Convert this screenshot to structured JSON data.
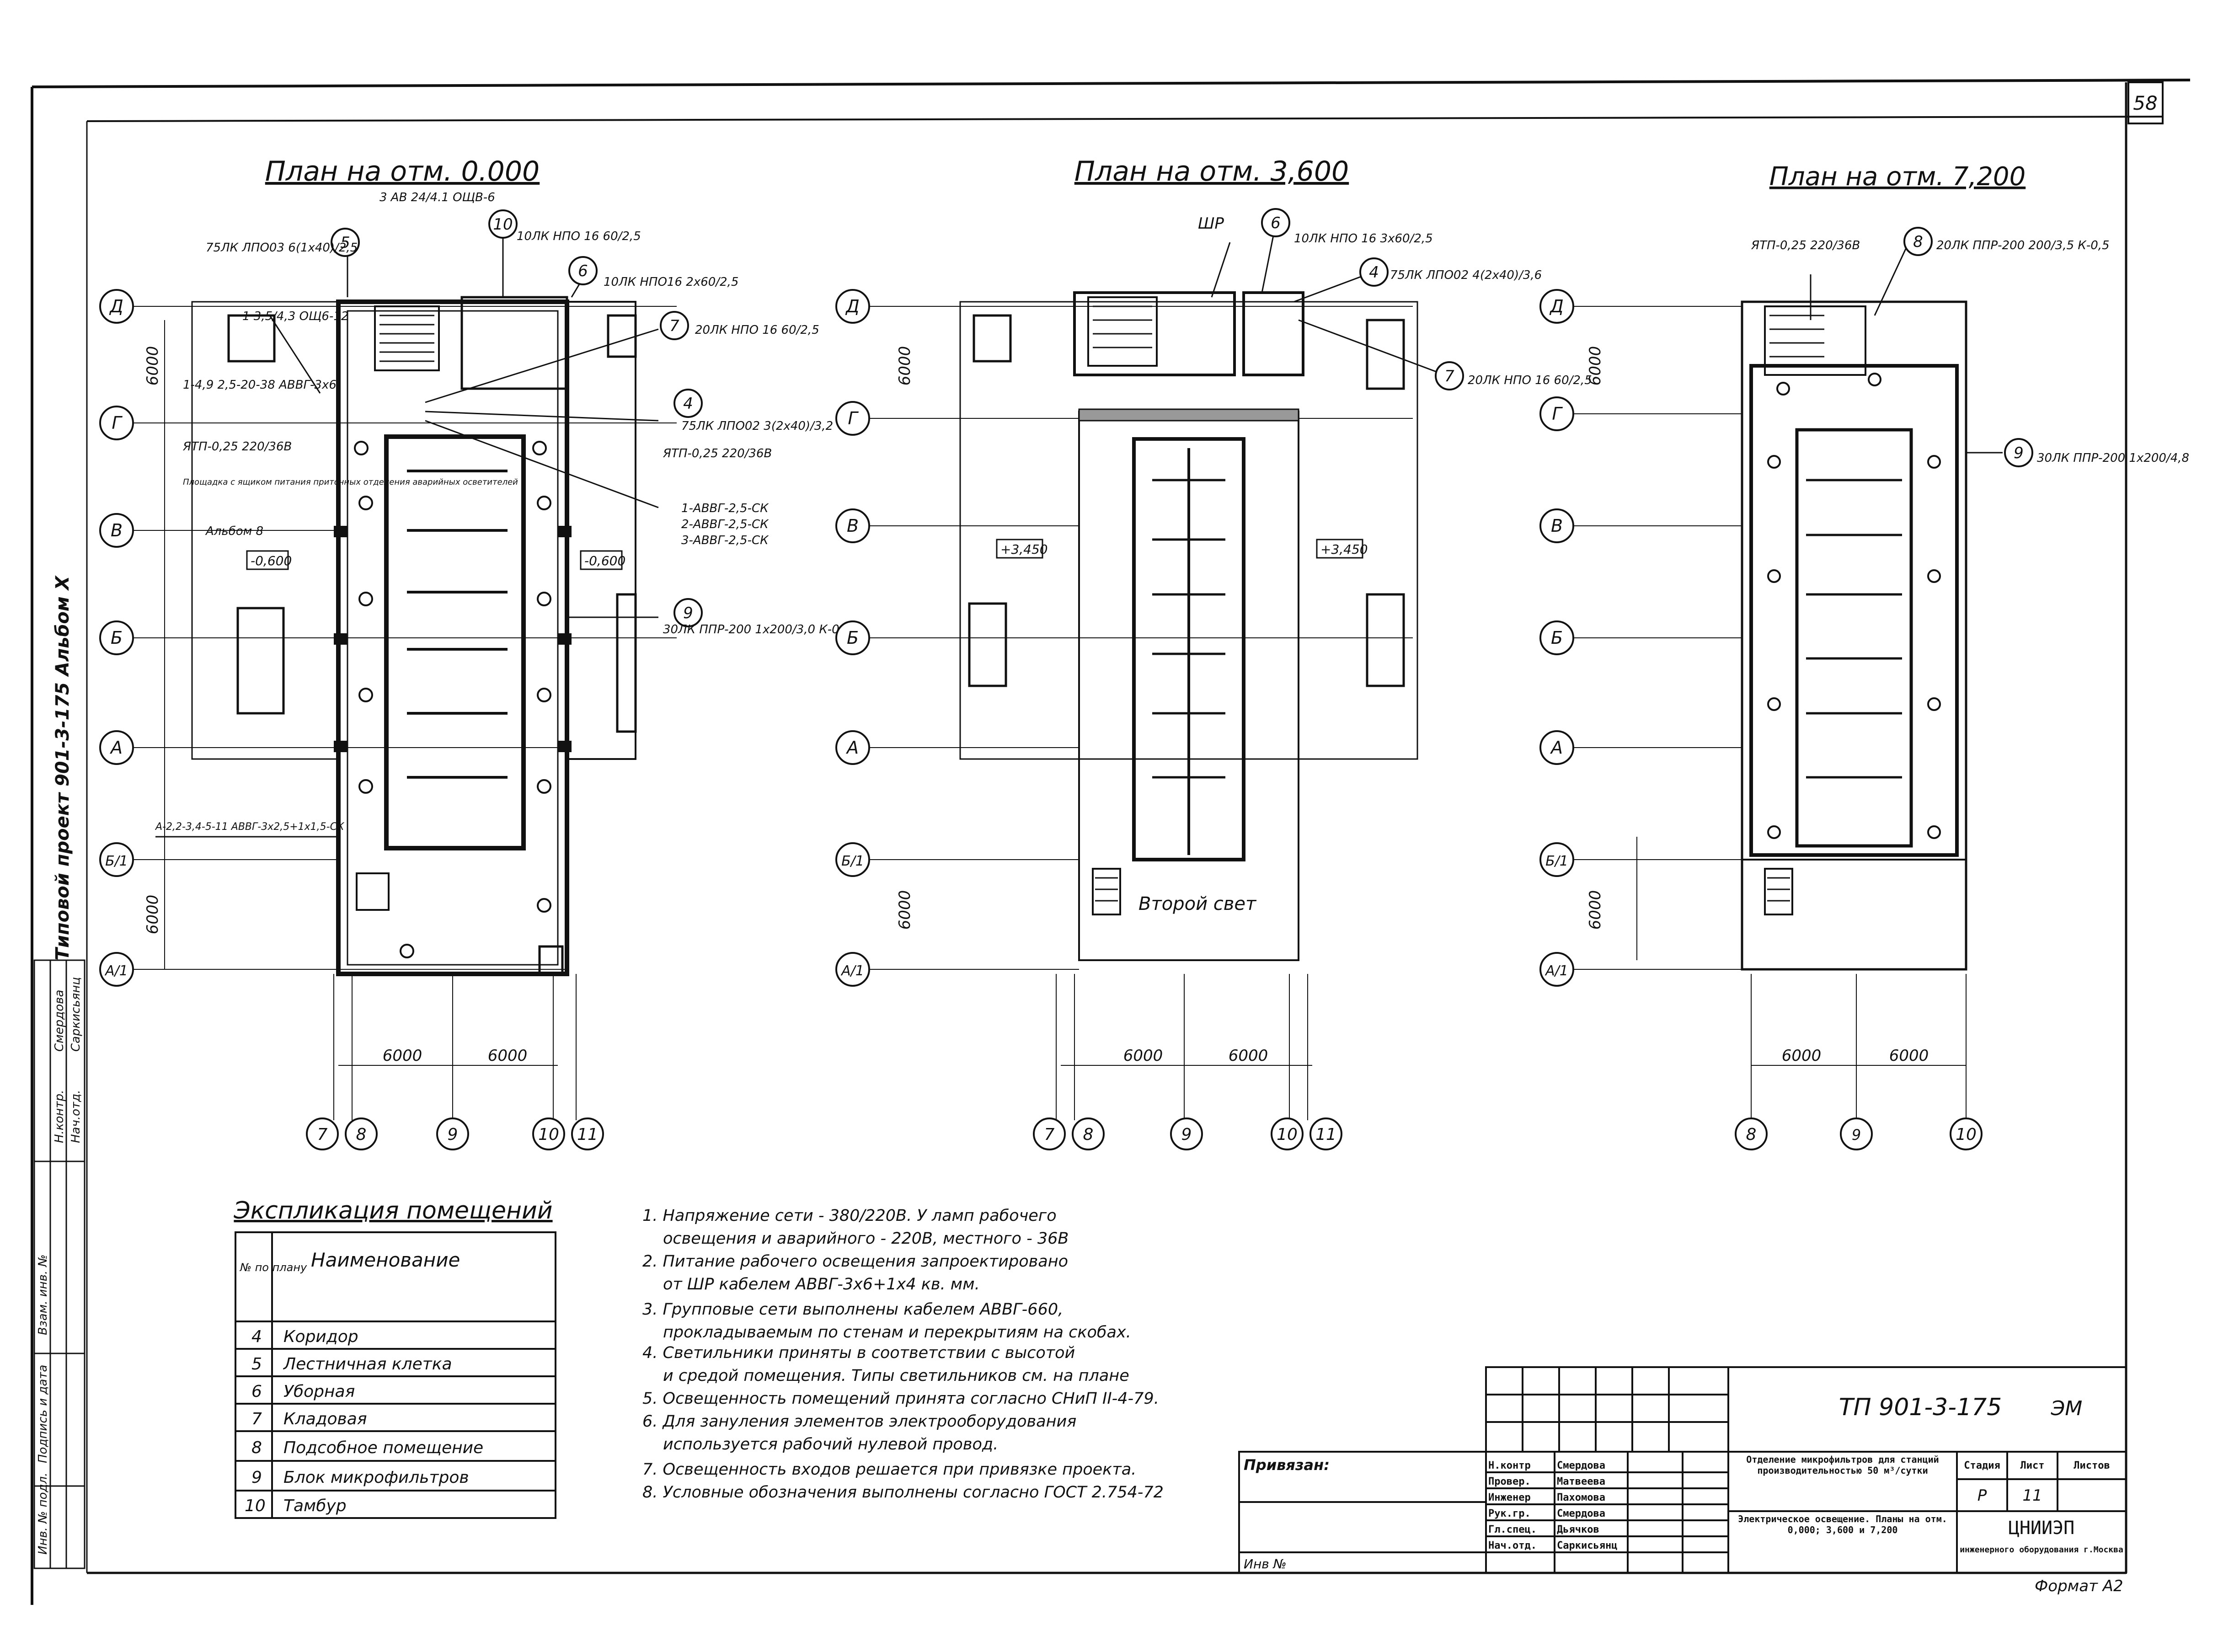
{
  "sheet": {
    "page_number": "58",
    "album_label": "Типовой проект 901-3-175   Альбом Х",
    "format_label": "Формат А2"
  },
  "plans": [
    {
      "title": "План на отм. 0.000",
      "axes_left": [
        "Д",
        "Г",
        "В",
        "Б",
        "А",
        "Б/1",
        "А/1"
      ],
      "axes_bottom": [
        "7",
        "8",
        "9",
        "10",
        "11"
      ],
      "dims_bottom": [
        "6000",
        "6000"
      ],
      "dims_left": [
        "6000",
        "6000"
      ],
      "levels": [
        "-0,600",
        "-0,600"
      ],
      "annotations": [
        "3 АВ 24/4.1 ОЩВ-6",
        "10ЛК НПО 16 60/2,5",
        "75ЛК ЛПО03 6(1х40)/2,5",
        "10ЛК НПО16 2х60/2,5",
        "20ЛК НПО 16 60/2,5",
        "75ЛК ЛПО02 3(2х40)/3,2",
        "ЯТП-0,25 220/36В",
        "1-АВВГ-2,5-СК",
        "2-АВВГ-2,5-СК",
        "3-АВВГ-2,5-СК",
        "30ЛК ППР-200 1х200/3,0 К-0,5",
        "1 3,5/4,3 ОЩ6-12",
        "1-4,9 2,5-20-38 АВВГ-3х6",
        "ЯТП-0,25 220/36В",
        "Площадка с ящиком питания приточных отделения аварийных осветителей",
        "Альбом 8",
        "А-2,2-3,4-5-11 АВВГ-3х2,5+1х1,5-СК"
      ]
    },
    {
      "title": "План на отм. 3,600",
      "axes_left": [
        "Д",
        "Г",
        "В",
        "Б",
        "А",
        "Б/1",
        "А/1"
      ],
      "axes_bottom": [
        "7",
        "8",
        "9",
        "10",
        "11"
      ],
      "dims_bottom": [
        "6000",
        "6000"
      ],
      "dims_left": [
        "6000",
        "6000"
      ],
      "levels": [
        "+3,450",
        "+3,450"
      ],
      "annotations": [
        "ШР",
        "10ЛК НПО 16 3х60/2,5",
        "75ЛК ЛПО02 4(2х40)/3,6",
        "20ЛК НПО 16 60/2,5",
        "Второй свет"
      ]
    },
    {
      "title": "План на отм. 7,200",
      "axes_left": [
        "Д",
        "Г",
        "В",
        "Б",
        "А",
        "Б/1",
        "А/1"
      ],
      "axes_bottom": [
        "8",
        "9",
        "10"
      ],
      "dims_bottom": [
        "6000",
        "6000"
      ],
      "dims_left": [
        "6000",
        "6000"
      ],
      "levels": [],
      "annotations": [
        "ЯТП-0,25 220/36В",
        "20ЛК ППР-200 200/3,5 К-0,5",
        "30ЛК ППР-200 1х200/4,8"
      ]
    }
  ],
  "explication": {
    "title": "Экспликация помещений",
    "header_no": "№ по плану",
    "header_name": "Наименование",
    "rows": [
      {
        "no": "4",
        "name": "Коридор"
      },
      {
        "no": "5",
        "name": "Лестничная клетка"
      },
      {
        "no": "6",
        "name": "Уборная"
      },
      {
        "no": "7",
        "name": "Кладовая"
      },
      {
        "no": "8",
        "name": "Подсобное помещение"
      },
      {
        "no": "9",
        "name": "Блок микрофильтров"
      },
      {
        "no": "10",
        "name": "Тамбур"
      }
    ]
  },
  "notes": [
    "1. Напряжение сети - 380/220В. У ламп рабочего",
    "освещения и аварийного - 220В, местного - 36В",
    "2. Питание рабочего освещения запроектировано",
    "от ШР кабелем АВВГ-3х6+1х4 кв. мм.",
    "3. Групповые сети выполнены кабелем АВВГ-660,",
    "прокладываемым по стенам и перекрытиям на скобах.",
    "4. Светильники приняты в соответствии с высотой",
    "и средой помещения. Типы светильников см. на плане",
    "5. Освещенность помещений принята согласно СНиП II-4-79.",
    "6. Для зануления элементов электрооборудования",
    "используется рабочий нулевой провод.",
    "7. Освещенность входов решается при привязке проекта.",
    "8. Условные обозначения выполнены согласно ГОСТ 2.754-72"
  ],
  "title_block": {
    "code": "ТП 901-3-175",
    "mark": "ЭМ",
    "privyazan": "Привязан:",
    "inv_label": "Инв №",
    "staff": [
      {
        "role": "Н.контр",
        "name": "Смердова"
      },
      {
        "role": "Провер.",
        "name": "Матвеева"
      },
      {
        "role": "Инженер",
        "name": "Пахомова"
      },
      {
        "role": "Рук.гр.",
        "name": "Смердова"
      },
      {
        "role": "Гл.спец.",
        "name": "Дьячков"
      },
      {
        "role": "Нач.отд.",
        "name": "Саркисьянц"
      }
    ],
    "object": "Отделение микрофильтров для станций производительностью 50 м³/сутки",
    "sheet_title": "Электрическое освещение. Планы на отм. 0,000; 3,600 и 7,200",
    "stage_label": "Стадия",
    "sheet_label": "Лист",
    "sheets_label": "Листов",
    "stage": "Р",
    "sheet": "11",
    "org": "ЦНИИЭП",
    "org_sub": "инженерного оборудования г.Москва"
  },
  "side_stamp": {
    "labels": [
      "Инв. № подл.",
      "Подпись и дата",
      "Взам. инв. №",
      "Н.контр.",
      "Нач.отд."
    ],
    "names": [
      "Смердова",
      "Саркисьянц"
    ]
  }
}
